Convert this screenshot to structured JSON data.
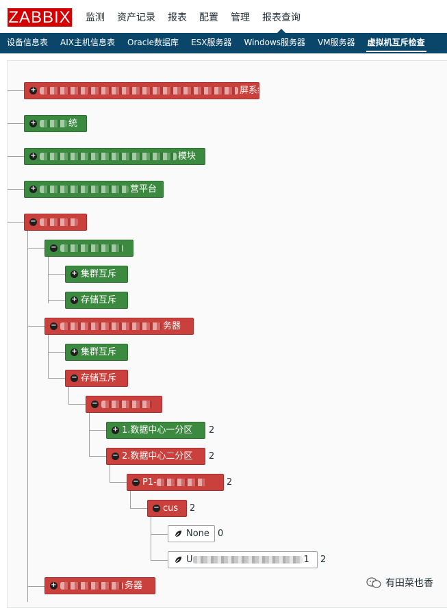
{
  "header": {
    "logo": "ZABBIX",
    "nav": [
      "监测",
      "资产记录",
      "报表",
      "配置",
      "管理",
      "报表查询"
    ],
    "active_nav": "报表查询"
  },
  "subnav": {
    "items": [
      "设备信息表",
      "AIX主机信息表",
      "Oracle数据库",
      "ESX服务器",
      "Windows服务器",
      "VM服务器",
      "虚拟机互斥检查"
    ],
    "active": "虚拟机互斥检查"
  },
  "tree": {
    "n1": "屏系统",
    "n2": "统",
    "n3": "模块",
    "n4": "营平台",
    "n5": "",
    "n6": "",
    "n7": "集群互斥",
    "n8": "存储互斥",
    "n9": "务器",
    "n10": "集群互斥",
    "n11": "存储互斥",
    "n12": "",
    "n13": "1.数据中心一分区",
    "n13_count": "2",
    "n14": "2.数据中心二分区",
    "n14_count": "2",
    "n15": "P1-",
    "n15_count": "2",
    "n16": "cus",
    "n16_count": "2",
    "n17": "None",
    "n17_count": "0",
    "n18_prefix": "U",
    "n18_suffix": "1",
    "n18_count": "2",
    "n19": "务器"
  },
  "watermark": "有田菜也香",
  "colors": {
    "red": "#c9403c",
    "green": "#3c8a40",
    "nav_bg": "#0a466a",
    "logo": "#d40000"
  }
}
